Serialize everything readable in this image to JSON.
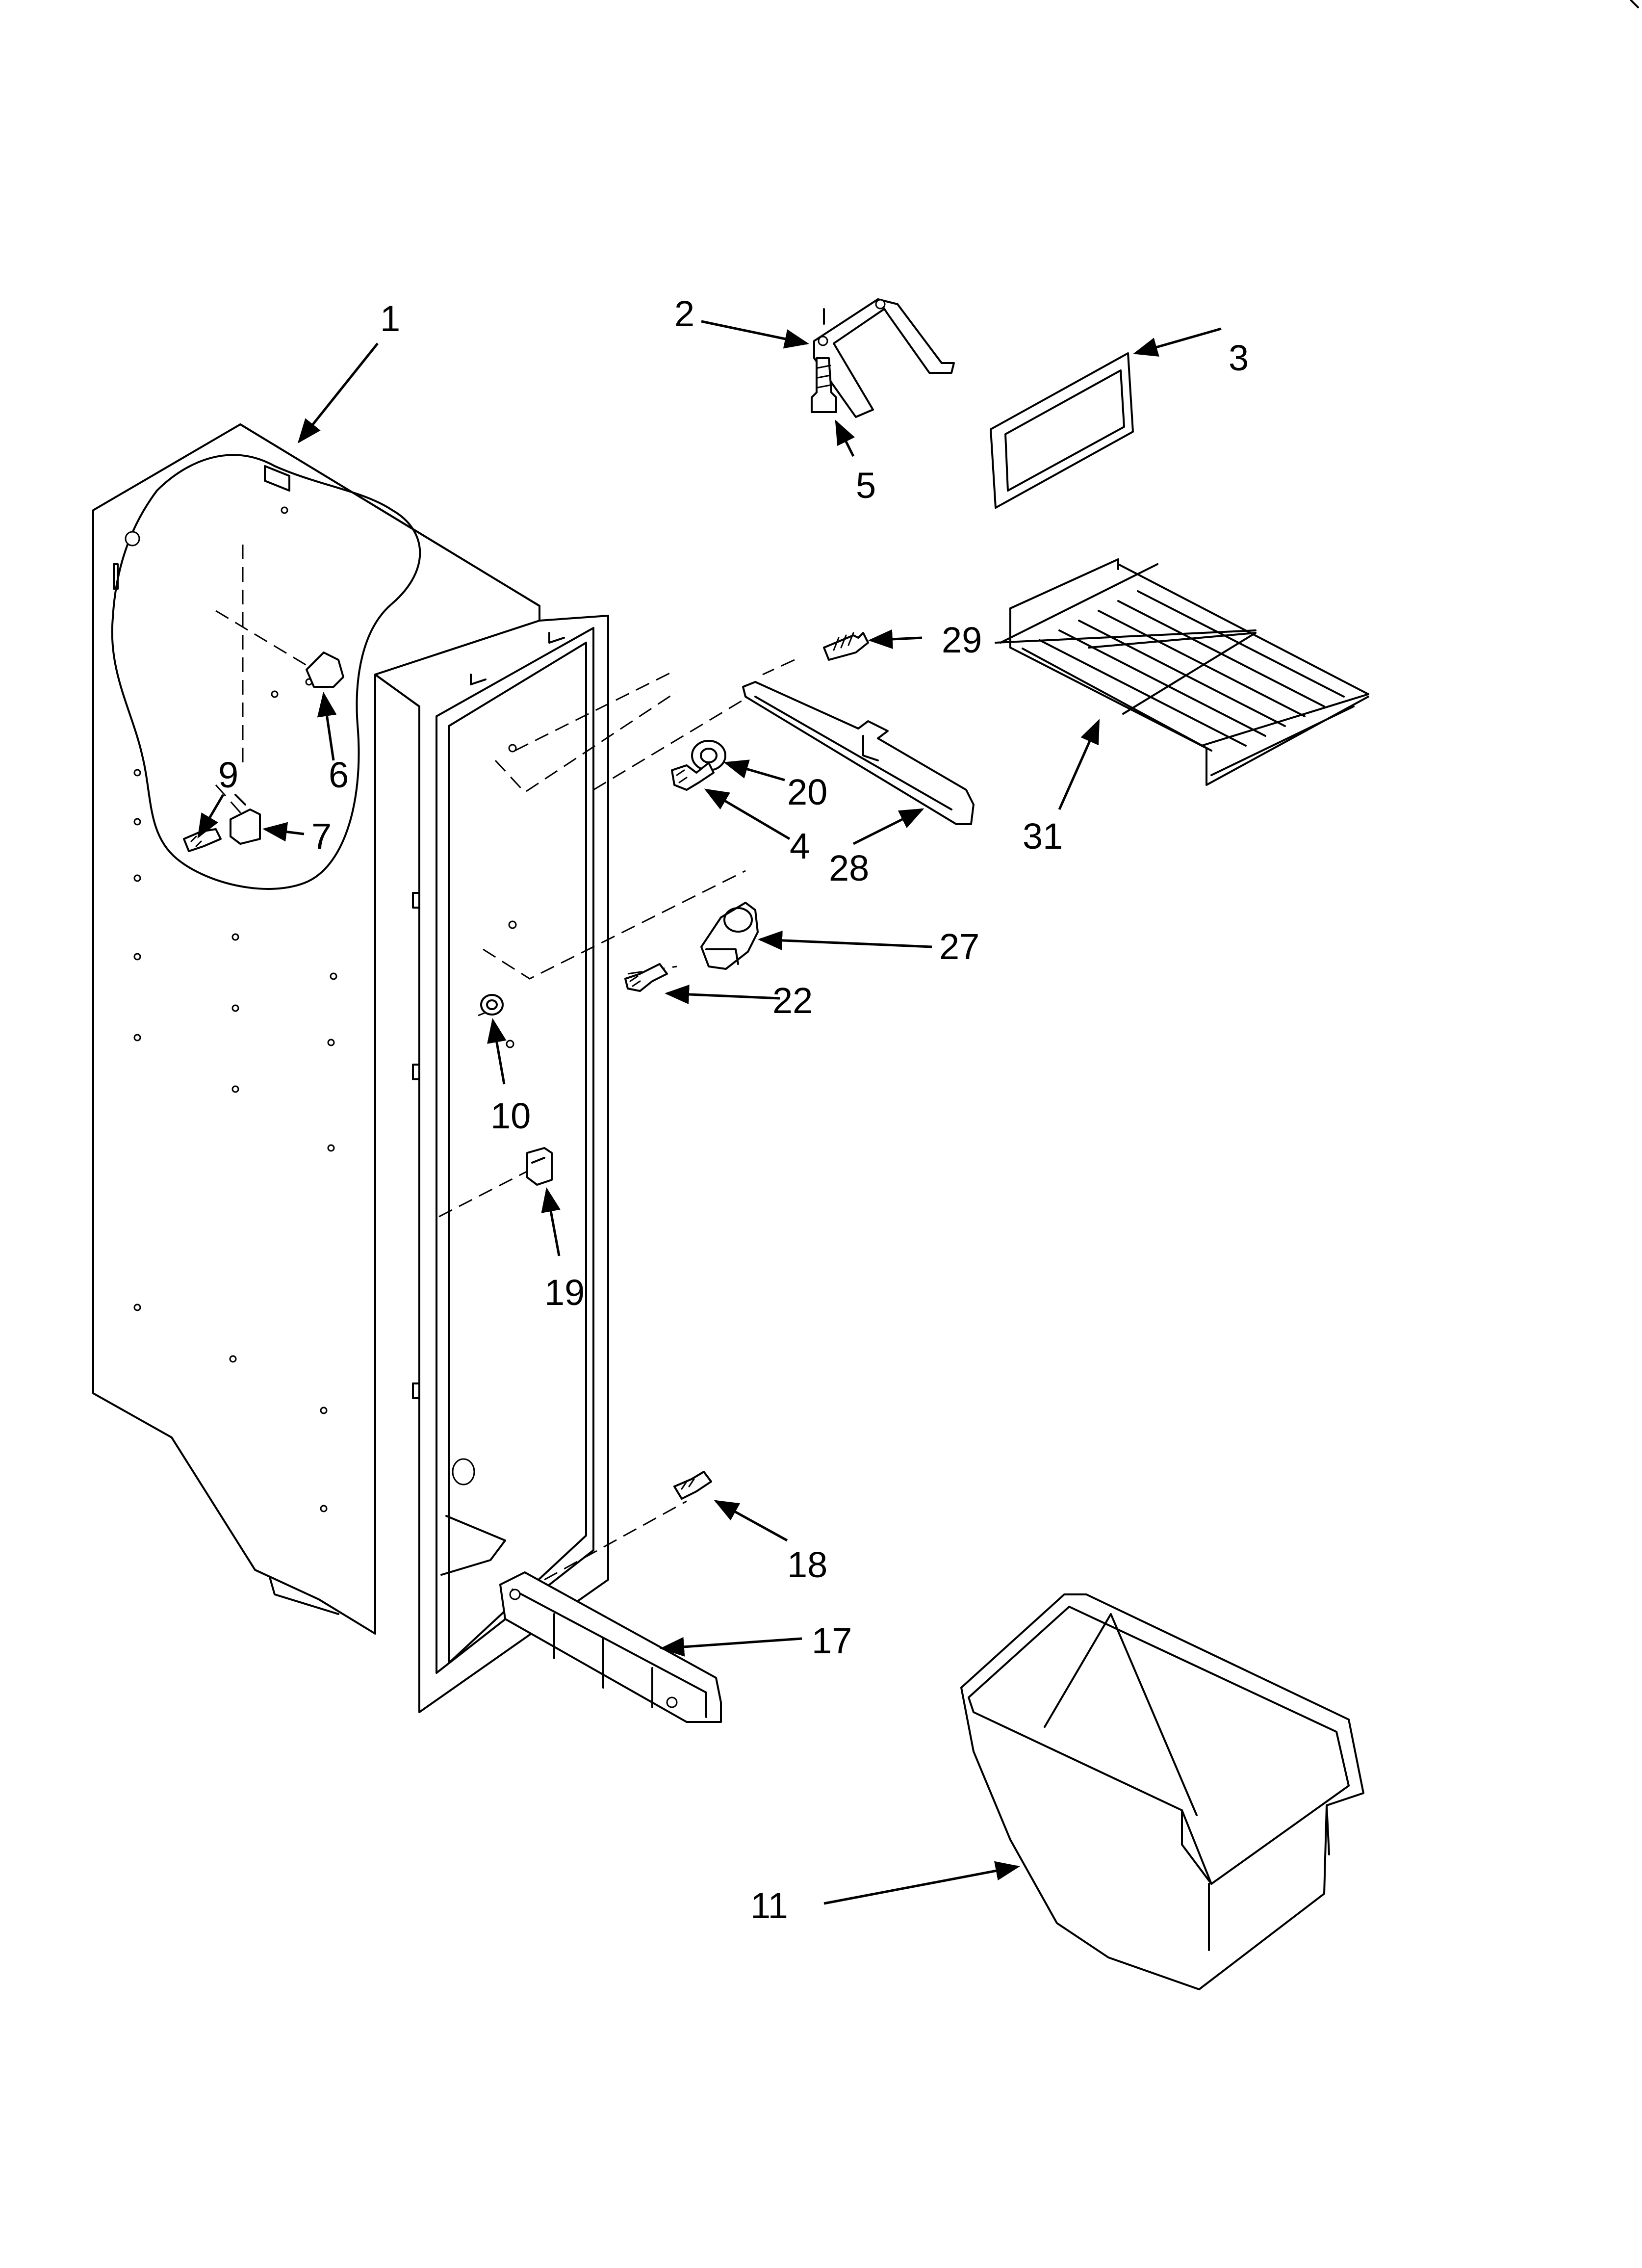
{
  "diagram": {
    "callouts": [
      "1",
      "2",
      "3",
      "4",
      "5",
      "6",
      "7",
      "9",
      "10",
      "11",
      "17",
      "18",
      "19",
      "20",
      "22",
      "27",
      "28",
      "29",
      "31"
    ]
  }
}
